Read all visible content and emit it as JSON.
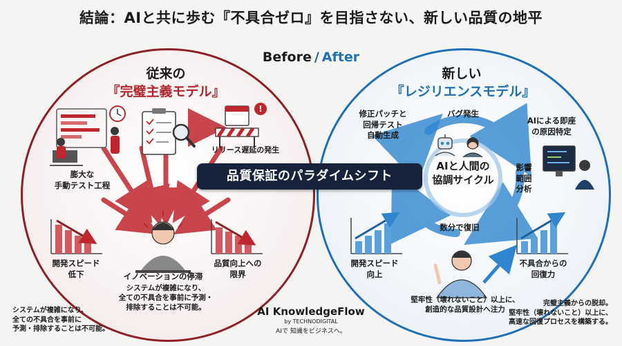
{
  "title": "結論：AIと共に歩む『不具合ゼロ』を目指さない、新しい品質の地平",
  "before_label": "Before",
  "slash": "/",
  "after_label": "After",
  "left": {
    "heading": "従来の",
    "heading_sub": "『完璧主義モデル』",
    "manual_test": [
      "膨大な",
      "手動テスト工程"
    ],
    "release_delay": "リリース遅延の発生",
    "dev_speed": [
      "開発スピード",
      "低下"
    ],
    "quality_limit": [
      "品質向上への",
      "限界"
    ],
    "innovation_stall": "イノベーションの停滞",
    "system_note": [
      "システムが複雑になり、",
      "全ての不具合を事前に予測・",
      "排除することは不可能。"
    ]
  },
  "right": {
    "heading": "新しい",
    "heading_sub": "『レジリエンスモデル』",
    "bug": "バグ発生",
    "ai_cause": [
      "AIによる即座",
      "の原因特定"
    ],
    "impact": [
      "影響",
      "範囲",
      "分析"
    ],
    "recover": "数分で復旧",
    "patch": [
      "修正パッチと",
      "回帰テスト",
      "自動生成"
    ],
    "cycle": [
      "AIと人間の",
      "協調サイクル"
    ],
    "dev_speed": [
      "開発スピード",
      "向上"
    ],
    "recovery_power": [
      "不具合からの",
      "回復力"
    ],
    "robust_note": [
      "堅牢性（壊れないこと）以上に、",
      "創造的な品質設計へ注力"
    ]
  },
  "banner": "品質保証のパラダイムシフト",
  "footer_left": [
    "システムが複雑になり、",
    "全ての不具合を事前に",
    "予測・排除することは不可能。"
  ],
  "footer_right": [
    "完璧主義からの脱却。",
    "堅牢性（壊れないこと）以上に、",
    "高速な回復プロセスを構築する。"
  ],
  "brand": {
    "name": "AI KnowledgeFlow",
    "by": "by TECHNODIGITAL",
    "tagline": "AIで 知識をビジネスへ。"
  },
  "colors": {
    "left_accent": "#b3262d",
    "left_border": "#8e1f24",
    "right_accent": "#1e6fb5",
    "banner_bg": "#16233a"
  }
}
